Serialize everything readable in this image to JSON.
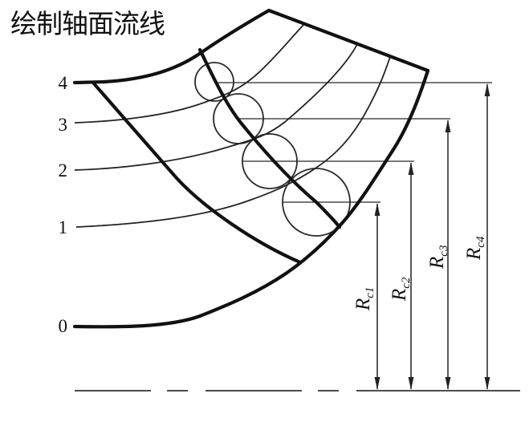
{
  "title": "绘制轴面流线",
  "streamline_labels": {
    "s4": "4",
    "s3": "3",
    "s2": "2",
    "s1": "1",
    "s0": "0"
  },
  "radius_labels": {
    "rc1": {
      "base": "R",
      "sub": "c1"
    },
    "rc2": {
      "base": "R",
      "sub": "c2"
    },
    "rc3": {
      "base": "R",
      "sub": "c3"
    },
    "rc4": {
      "base": "R",
      "sub": "c4"
    }
  },
  "colors": {
    "outline": "#111111",
    "thin_line": "#2a2a2a",
    "dimension": "#444444"
  }
}
